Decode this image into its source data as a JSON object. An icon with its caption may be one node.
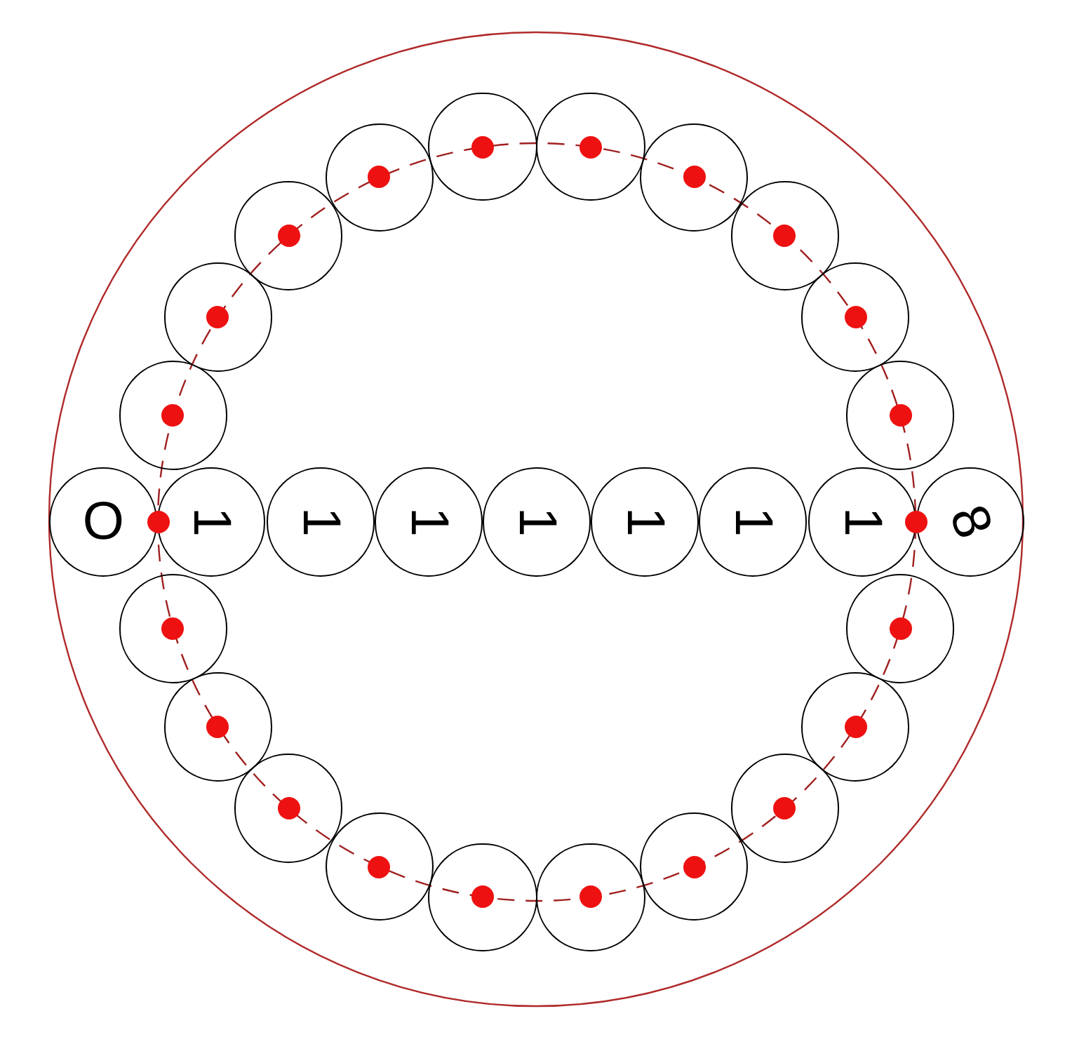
{
  "diagram": {
    "nodes": [
      {
        "text": [],
        "shape": "circle"
      },
      {
        "text": [],
        "shape": "circle"
      },
      {
        "text": [],
        "shape": "circle"
      },
      {
        "text": [],
        "shape": "circle"
      },
      {
        "text": [],
        "shape": "circle"
      },
      {
        "text": [],
        "shape": "circle"
      },
      {
        "text": [],
        "shape": "circle"
      },
      {
        "text": [],
        "shape": "circle"
      },
      {
        "text": [],
        "shape": "circle"
      },
      {
        "text": [],
        "shape": "circle"
      },
      {
        "text": [
          "O"
        ]
      },
      {
        "text": [
          "1"
        ]
      },
      {
        "text": [
          "1"
        ]
      },
      {
        "text": [
          "1"
        ]
      },
      {
        "text": [
          "1"
        ]
      },
      {
        "text": [
          "1"
        ]
      },
      {
        "text": [
          "1"
        ]
      },
      {
        "text": [
          "1"
        ]
      },
      {
        "text": [
          "8"
        ]
      },
      {
        "text": [],
        "shape": "circle"
      },
      {
        "text": [],
        "shape": "circle"
      },
      {
        "text": [],
        "shape": "circle"
      },
      {
        "text": [],
        "shape": "circle"
      },
      {
        "text": [],
        "shape": "circle"
      },
      {
        "text": [],
        "shape": "circle"
      },
      {
        "text": [],
        "shape": "circle"
      },
      {
        "text": [],
        "shape": "circle"
      },
      {
        "text": [],
        "shape": "circle"
      },
      {
        "text": [],
        "shape": "circle"
      }
    ]
  }
}
